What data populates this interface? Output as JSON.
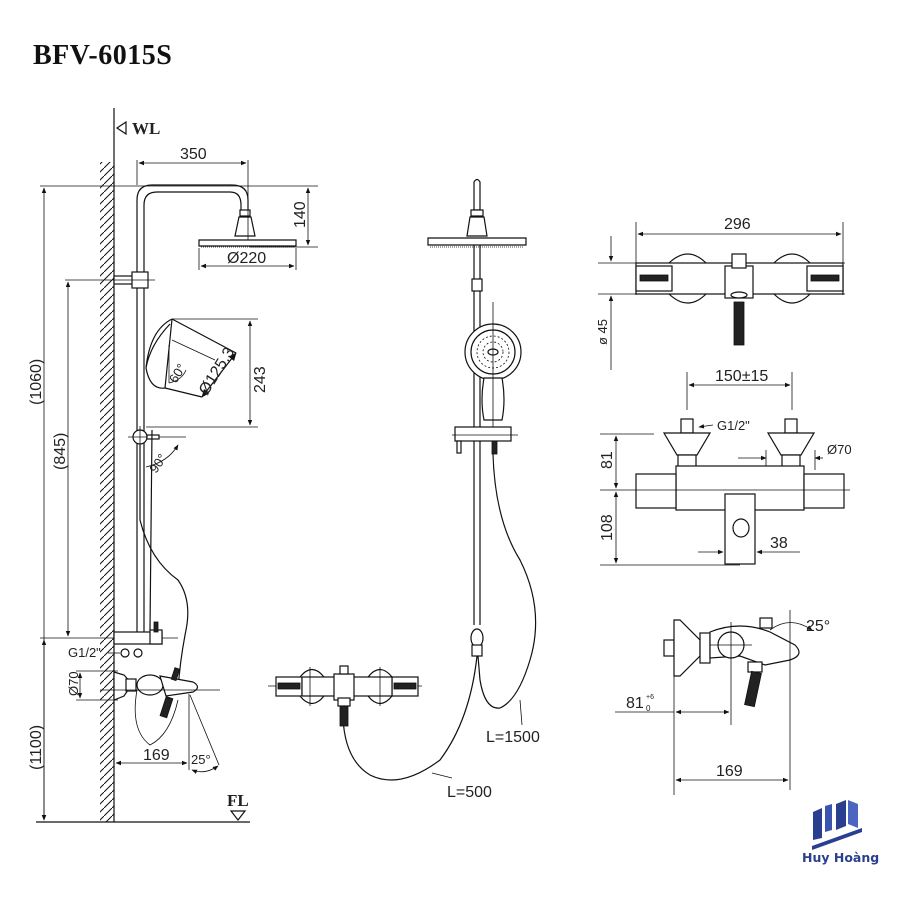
{
  "title": "BFV-6015S",
  "reference_marks": {
    "wall_level": "WL",
    "floor_level": "FL"
  },
  "side_view": {
    "arm_reach": "350",
    "head_drop": "140",
    "head_diameter": "Ø220",
    "total_height": "(1060)",
    "slide_height": "(845)",
    "handshower_height": "243",
    "handshower_diameter": "Ø125.3",
    "handshower_angle": "60°",
    "holder_angle": "90°",
    "inlet_thread": "G1/2\"",
    "escutcheon_diameter": "Ø70",
    "mixer_height_from_floor": "(1100)",
    "spout_projection": "169",
    "spout_angle": "25°"
  },
  "front_view": {
    "hose_long": "L=1500",
    "hose_short": "L=500"
  },
  "mixer_top_view": {
    "width": "296",
    "body_diameter": "ø 45"
  },
  "mixer_front_view": {
    "inlet_centers": "150±15",
    "inlet_thread": "G1/2\"",
    "escutcheon_diameter": "Ø70",
    "upper_height": "81",
    "lower_height": "108",
    "spout_width": "38"
  },
  "mixer_side_view": {
    "angle": "25°",
    "offset_main": "81",
    "offset_sup": "+6",
    "offset_sub": "0",
    "projection": "169"
  },
  "logo": {
    "text": "Huy Hoàng",
    "color": "#2a3f8f"
  }
}
